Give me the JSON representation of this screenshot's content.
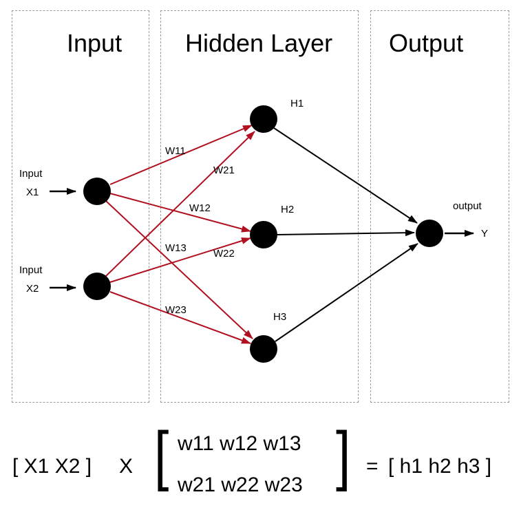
{
  "panels": {
    "input": {
      "title": "Input"
    },
    "hidden": {
      "title": "Hidden Layer"
    },
    "output": {
      "title": "Output"
    }
  },
  "inputs": [
    {
      "label_top": "Input",
      "label_bottom": "X1"
    },
    {
      "label_top": "Input",
      "label_bottom": "X2"
    }
  ],
  "hidden_nodes": [
    "H1",
    "H2",
    "H3"
  ],
  "output": {
    "label": "output",
    "result": "Y"
  },
  "weights": {
    "w11": "W11",
    "w21": "W21",
    "w12": "W12",
    "w13": "W13",
    "w22": "W22",
    "w23": "W23"
  },
  "colors": {
    "input_edge": "#b01020",
    "output_edge": "#000000",
    "node": "#000000",
    "panel_border": "#9a9a9a"
  },
  "equation": {
    "vector": "[ X1 X2 ]",
    "times": "X",
    "matrix_row1": "w11 w12 w13",
    "matrix_row2": "w21 w22 w23",
    "equals": "=",
    "result": "[ h1 h2 h3 ]"
  }
}
